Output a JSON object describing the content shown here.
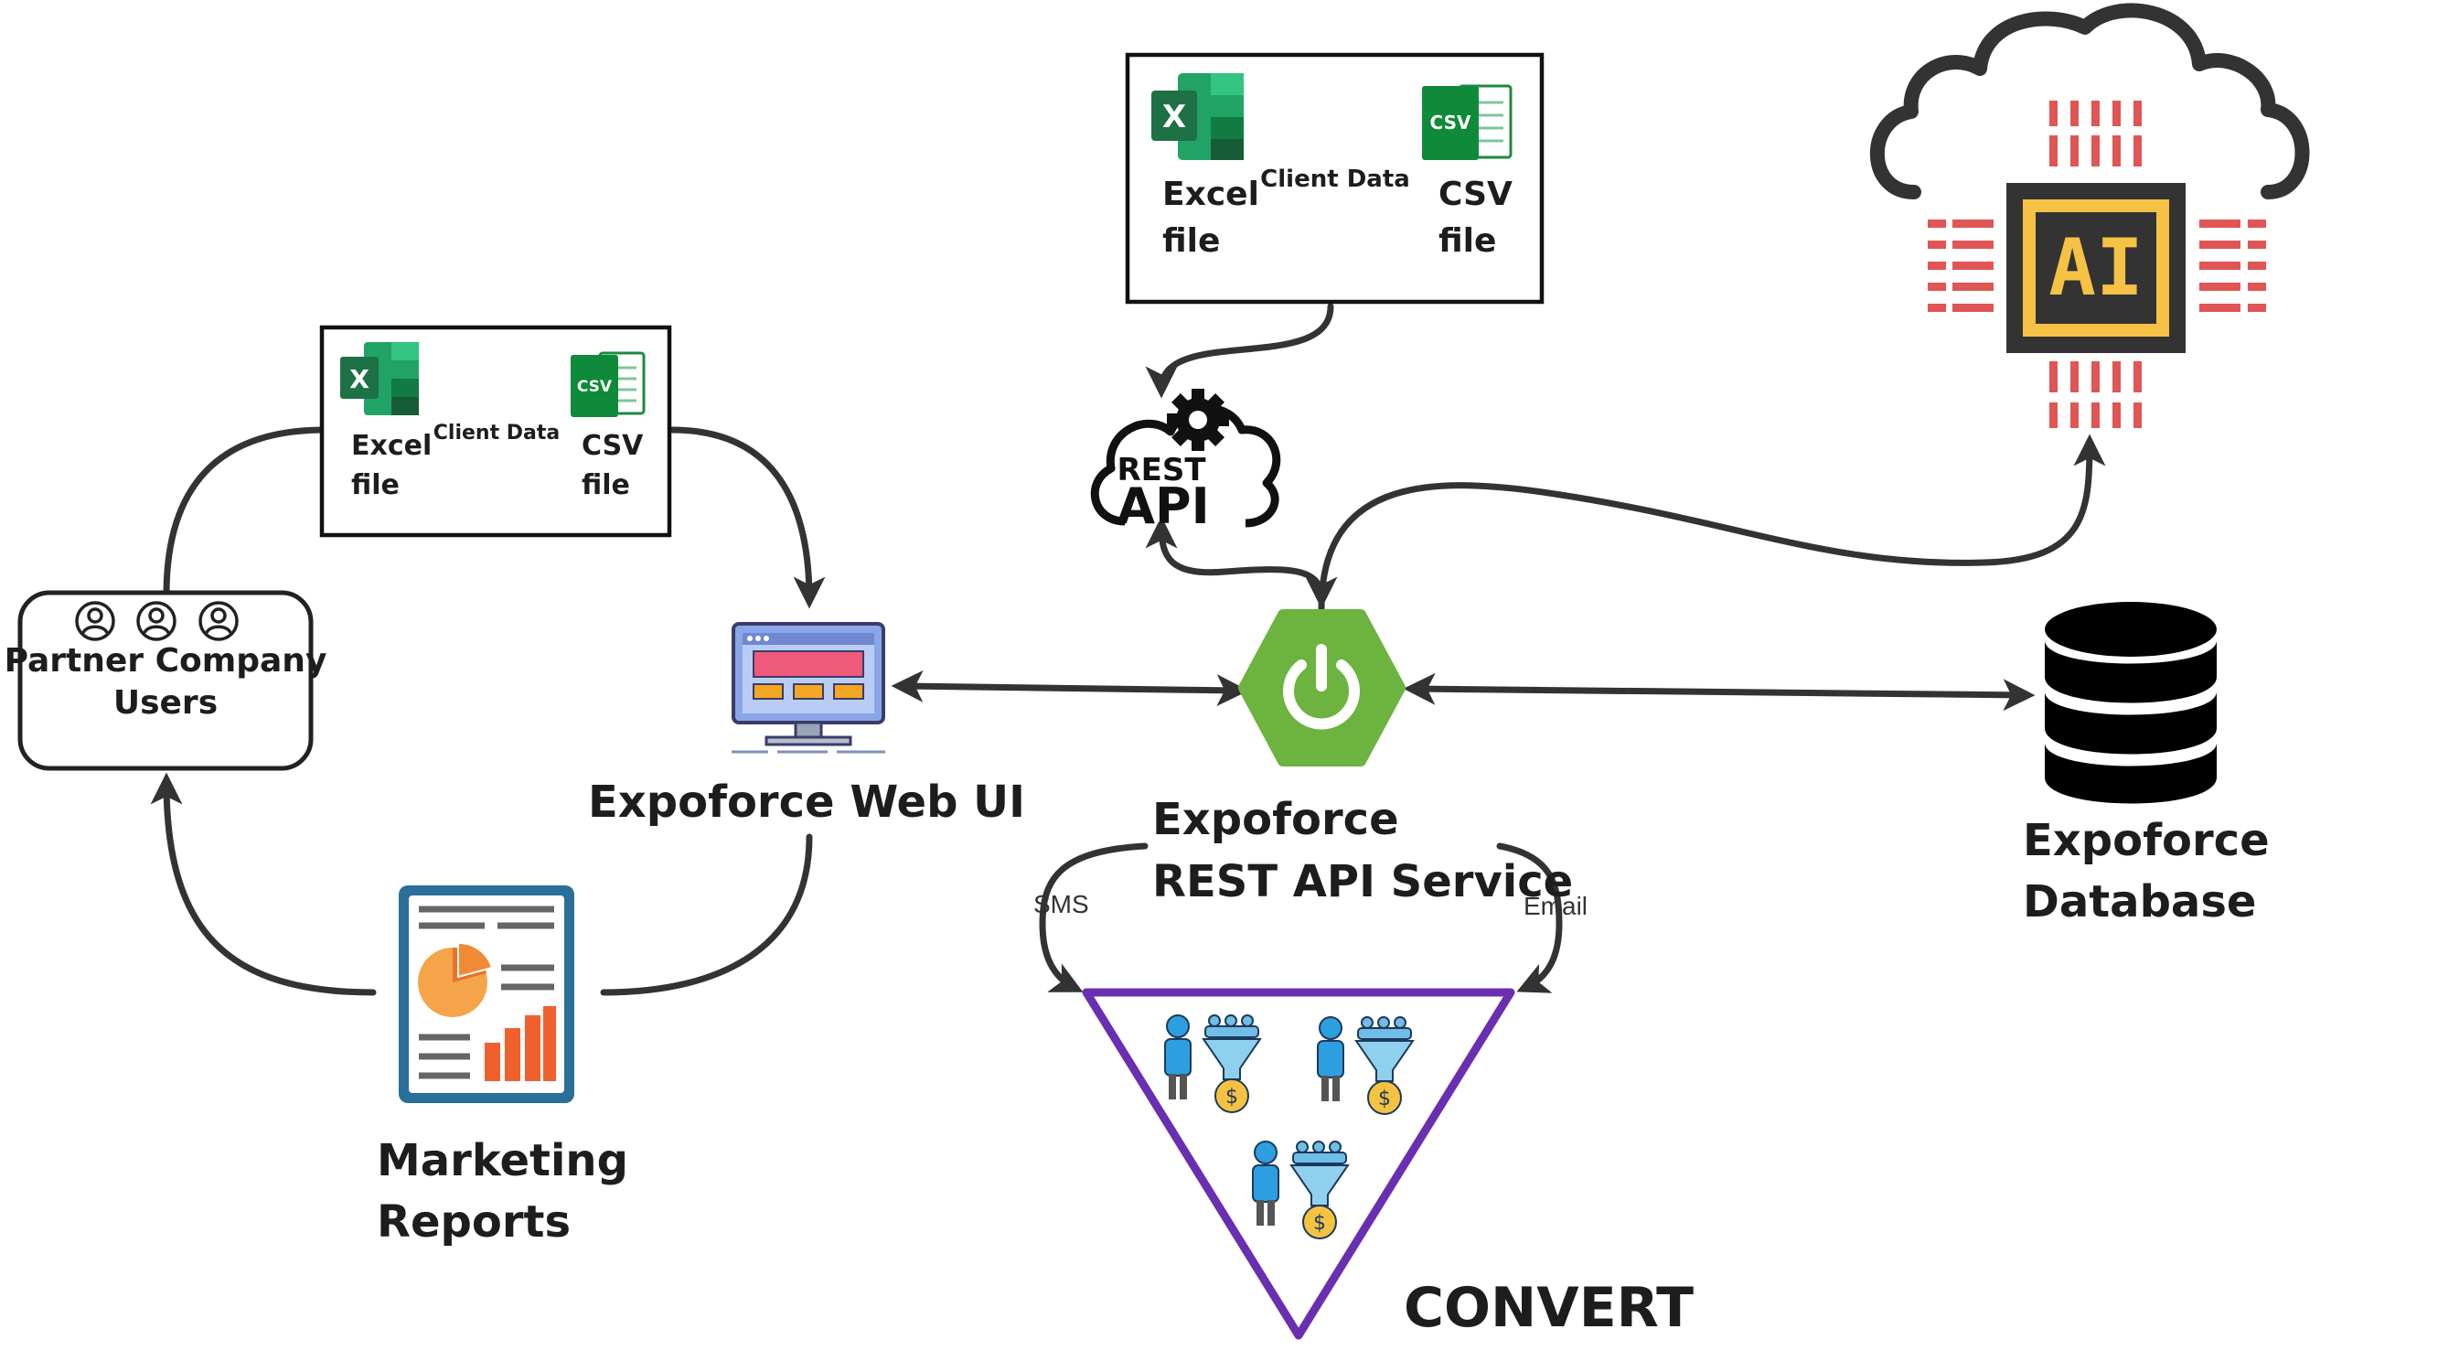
{
  "partner": {
    "title_line1": "Partner Company",
    "title_line2": "Users"
  },
  "files_left": {
    "excel_line1": "Excel",
    "excel_line2": "file",
    "middle": "Client Data",
    "csv_line1": "CSV",
    "csv_line2": "file",
    "csv_icon_text": "CSV",
    "excel_icon_text": "X"
  },
  "files_top": {
    "excel_line1": "Excel",
    "excel_line2": "file",
    "middle": "Client Data",
    "csv_line1": "CSV",
    "csv_line2": "file",
    "csv_icon_text": "CSV",
    "excel_icon_text": "X"
  },
  "rest_api": {
    "line1": "REST",
    "line2": "API"
  },
  "ai": {
    "text": "AI"
  },
  "web_ui": {
    "label": "Expoforce Web UI"
  },
  "service": {
    "line1": "Expoforce",
    "line2": "REST API Service"
  },
  "database": {
    "line1": "Expoforce",
    "line2": "Database"
  },
  "reports": {
    "line1": "Marketing",
    "line2": "Reports"
  },
  "funnel": {
    "sms": "SMS",
    "email": "Email",
    "convert": "CONVERT"
  },
  "colors": {
    "excel_green": "#1e7145",
    "csv_green": "#0f8a3a",
    "spring_green": "#6db33f",
    "ai_red": "#e05555",
    "ai_yellow": "#f5c246",
    "convert_purple": "#6a2fb0",
    "monitor_blue": "#8aa6e8",
    "report_blue": "#2a6f9a",
    "report_orange": "#f08a34"
  }
}
